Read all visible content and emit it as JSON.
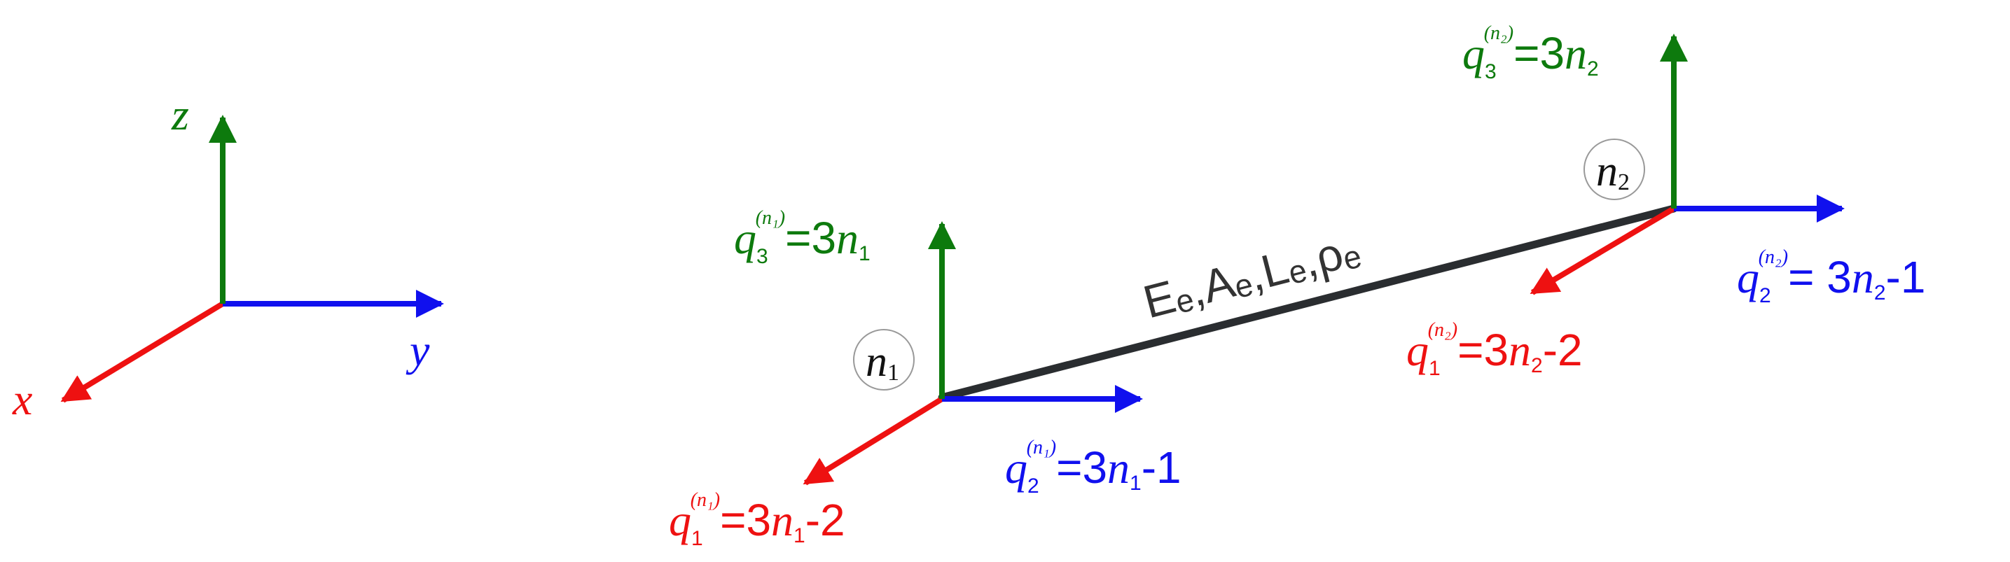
{
  "colors": {
    "x_axis": "#ee1111",
    "y_axis": "#1010ee",
    "z_axis": "#0d7a0d",
    "element": "#2a2d30",
    "node_circle": "#999999",
    "text_dark": "#222222"
  },
  "axes": {
    "x": "x",
    "y": "y",
    "z": "z"
  },
  "element": {
    "properties": "Eₑ,Aₑ,Lₑ,ρₑ"
  },
  "node1": {
    "label_base": "n",
    "label_sub": "1",
    "dof1": {
      "q": "q",
      "q_sub": "1",
      "sup": "(n₁)",
      "eq": "=3",
      "n": "n",
      "n_sub": "1",
      "tail": "-2"
    },
    "dof2": {
      "q": "q",
      "q_sub": "2",
      "sup": "(n₁)",
      "eq": "=3",
      "n": "n",
      "n_sub": "1",
      "tail": "-1"
    },
    "dof3": {
      "q": "q",
      "q_sub": "3",
      "sup": "(n₁)",
      "eq": "=3",
      "n": "n",
      "n_sub": "1",
      "tail": ""
    }
  },
  "node2": {
    "label_base": "n",
    "label_sub": "2",
    "dof1": {
      "q": "q",
      "q_sub": "1",
      "sup": "(n₂)",
      "eq": "=3",
      "n": "n",
      "n_sub": "2",
      "tail": "-2"
    },
    "dof2": {
      "q": "q",
      "q_sub": "2",
      "sup": "(n₂)",
      "eq": "= 3",
      "n": "n",
      "n_sub": "2",
      "tail": "-1"
    },
    "dof3": {
      "q": "q",
      "q_sub": "3",
      "sup": "(n₂)",
      "eq": "=3",
      "n": "n",
      "n_sub": "2",
      "tail": ""
    }
  }
}
